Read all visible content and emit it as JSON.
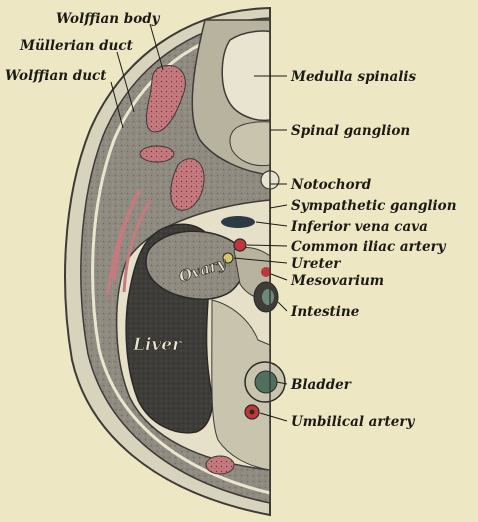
{
  "labels_left": {
    "wolffian_body": "Wolffian body",
    "mullerian_duct": "Müllerian duct",
    "wolffian_duct": "Wolffian duct"
  },
  "labels_right": {
    "medulla_spinalis": "Medulla spinalis",
    "spinal_ganglion": "Spinal ganglion",
    "notochord": "Notochord",
    "sympathetic_ganglion": "Sympathetic ganglion",
    "inferior_vena_cava": "Inferior vena cava",
    "common_iliac_artery": "Common iliac artery",
    "ureter": "Ureter",
    "mesovarium": "Mesovarium",
    "intestine": "Intestine",
    "bladder": "Bladder",
    "umbilical_artery": "Umbilical artery"
  },
  "labels_inside": {
    "ovary": "Ovary",
    "liver": "Liver"
  },
  "colors": {
    "background": "#ede7c4",
    "tissue": "#8f8b80",
    "dark_tissue": "#3e3c38",
    "vessel_red": "#c0363a",
    "pink_organ": "#c47a7e",
    "ink": "#1c1a14"
  }
}
